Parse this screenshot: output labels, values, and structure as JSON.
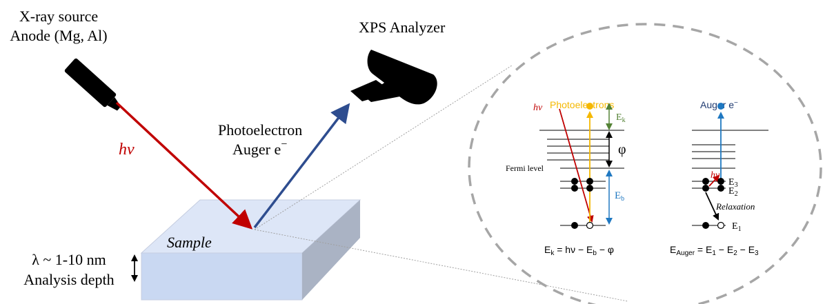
{
  "source_label_line1": "X-ray source",
  "source_label_line2": "Anode (Mg, Al)",
  "analyzer_label": "XPS Analyzer",
  "hv_label": "hv",
  "emission_label_line1": "Photoelectron",
  "emission_label_line2": "Auger e",
  "minus_sup": "−",
  "sample_label": "Sample",
  "depth_label_line1": "λ ~ 1-10 nm",
  "depth_label_line2": "Analysis depth",
  "photo_panel": {
    "title": "Photoelectrons",
    "hv": "hv",
    "ek_label": "E",
    "ek_sub": "k",
    "phi": "φ",
    "fermi": "Fermi level",
    "eb_label": "E",
    "eb_sub": "b",
    "eq_lhs": "E",
    "eq_lhs_sub": "k",
    "eq_mid": " = hν − E",
    "eq_mid_sub": "b",
    "eq_end": " − φ"
  },
  "auger_panel": {
    "title": "Auger e",
    "title_sup": "−",
    "hv": "hv",
    "e3": "E",
    "e3_sub": "3",
    "e2": "E",
    "e2_sub": "2",
    "relax": "Relaxation",
    "e1": "E",
    "e1_sub": "1",
    "eq_lhs": "E",
    "eq_lhs_sub": "Auger",
    "eq_a": " = E",
    "eq_a_sub": "1",
    "eq_b": " − E",
    "eq_b_sub": "2",
    "eq_c": " − E",
    "eq_c_sub": "3"
  },
  "colors": {
    "xray": "#c00000",
    "electron": "#2e4d8f",
    "photo_yellow": "#f5b800",
    "ek_green": "#548235",
    "eb_blue": "#1f78c1",
    "sample_top": "#dde6f7",
    "sample_front": "#c9d8f2",
    "sample_side": "#aab3c4",
    "zoom_dash": "#a6a6a6"
  }
}
